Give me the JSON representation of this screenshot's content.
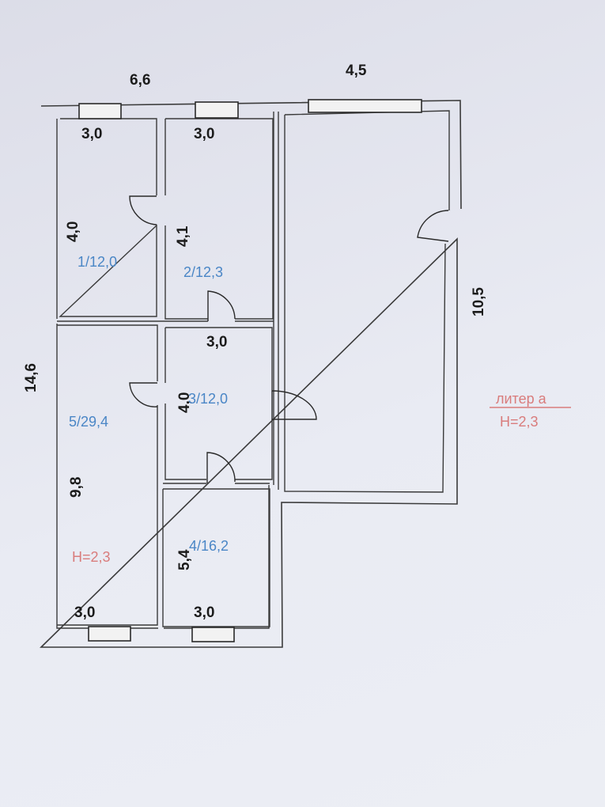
{
  "dimensions": {
    "top_left_width": "6,6",
    "top_right_width": "4,5",
    "total_height": "14,6",
    "right_height": "10,5",
    "room1_top": "3,0",
    "room2_top": "3,0",
    "room1_side": "4,0",
    "room2_side": "4,1",
    "room3_top": "3,0",
    "room3_side": "4,0",
    "room5_side": "9,8",
    "room4_side": "5,4",
    "room5_bottom": "3,0",
    "room4_bottom": "3,0"
  },
  "rooms": {
    "room1": "1/12,0",
    "room2": "2/12,3",
    "room3": "3/12,0",
    "room4": "4/16,2",
    "room5": "5/29,4"
  },
  "annotations": {
    "room5_height": "H=2,3",
    "liter_title": "литер а",
    "liter_height": "H=2,3"
  },
  "colors": {
    "room_label": "#4a86c6",
    "annotation": "#d97c7c",
    "line": "#3b3b3b"
  }
}
